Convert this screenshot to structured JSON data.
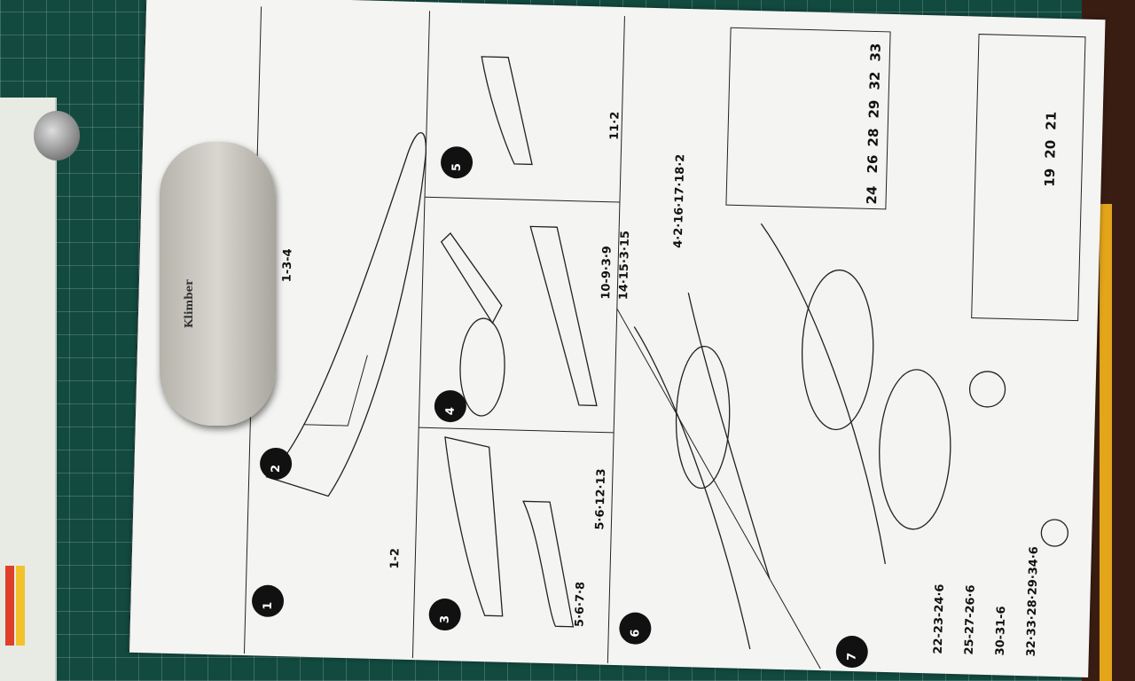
{
  "step_numbers": [
    "1",
    "2",
    "3",
    "4",
    "5",
    "6",
    "7"
  ],
  "part_labels": [
    "1-2",
    "1-3-4",
    "5·6·7·8",
    "5·6·12·13",
    "10-9·3·9",
    "14·15·3·15",
    "11·2",
    "4·2·16·17·18·2",
    "22-23-24·6",
    "25-27-26·6",
    "30-31-6",
    "32·33·28·29·34·6"
  ],
  "inset_numbers": [
    "24",
    "26",
    "28",
    "29",
    "32",
    "33",
    "19",
    "20",
    "21"
  ],
  "knife_brand": "Klimber",
  "colors": {
    "mat": "#124a3f",
    "paper": "#f4f4f2",
    "ink": "#111111"
  }
}
